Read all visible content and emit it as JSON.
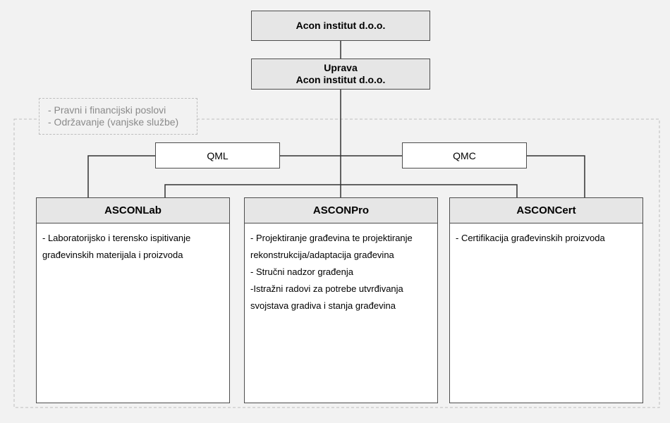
{
  "root": {
    "title": "Acon institut d.o.o."
  },
  "management": {
    "line1": "Uprava",
    "line2": "Acon institut d.o.o."
  },
  "note": {
    "items": [
      "- Pravni i financijski poslovi",
      "- Održavanje (vanjske službe)"
    ]
  },
  "qml": {
    "label": "QML"
  },
  "qmc": {
    "label": "QMC"
  },
  "units": [
    {
      "title": "ASCONLab",
      "lines": [
        "- Laboratorijsko  i terensko  ispitivanje",
        "građevinskih materijala i proizvoda"
      ]
    },
    {
      "title": "ASCONPro",
      "lines": [
        "- Projektiranje građevina te projektiranje",
        "rekonstrukcija/adaptacija građevina",
        "- Stručni nadzor građenja",
        "-Istražni radovi za potrebe utvrđivanja",
        "svojstava gradiva i stanja građevina"
      ]
    },
    {
      "title": "ASCONCert",
      "lines": [
        "- Certifikacija građevinskih proizvoda"
      ]
    }
  ],
  "colors": {
    "line": "#333333",
    "box_fill": "#e6e6e6",
    "dashed": "#bdbdbd",
    "background": "#f2f2f2"
  }
}
